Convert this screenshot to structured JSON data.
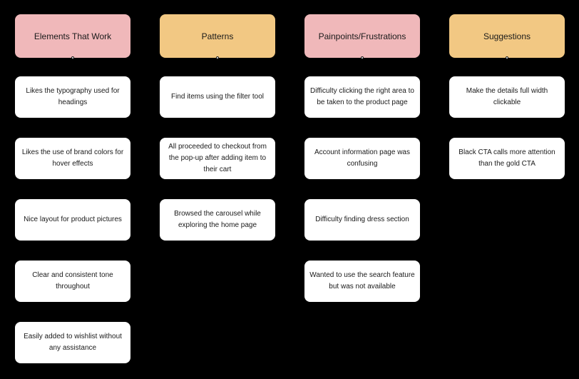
{
  "board": {
    "background": "#000000",
    "card_color": "#ffffff",
    "text_color": "#1a1a1a",
    "columns": [
      {
        "title": "Elements That Work",
        "header_color": "#f0b8ba",
        "cards": [
          "Likes the typography used for headings",
          "Likes the use of brand colors for hover effects",
          "Nice layout for product pictures",
          "Clear and consistent tone throughout",
          "Easily added to wishlist without any assistance"
        ]
      },
      {
        "title": "Patterns",
        "header_color": "#f2c883",
        "cards": [
          "Find items using the filter tool",
          "All proceeded to checkout from the pop-up after adding item to their cart",
          "Browsed the carousel while exploring the home page"
        ]
      },
      {
        "title": "Painpoints/Frustrations",
        "header_color": "#f0b8ba",
        "cards": [
          "Difficulty clicking the right area to be taken to the product page",
          "Account information page was confusing",
          "Difficulty finding dress section",
          "Wanted to use the search feature but was not available"
        ]
      },
      {
        "title": "Suggestions",
        "header_color": "#f2c883",
        "cards": [
          "Make the details full width clickable",
          "Black CTA calls more attention than the gold CTA"
        ]
      }
    ]
  }
}
